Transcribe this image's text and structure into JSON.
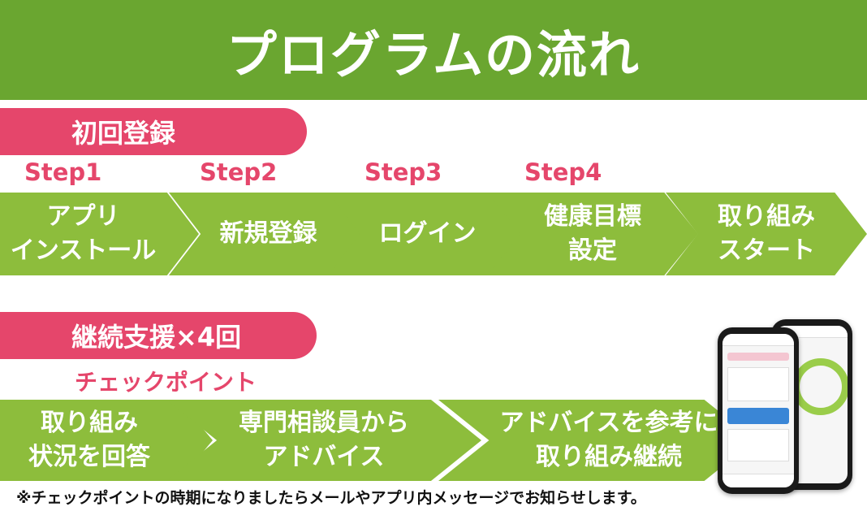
{
  "title": "プログラムの流れ",
  "section1": {
    "tag": "初回登録",
    "steps": [
      "Step1",
      "Step2",
      "Step3",
      "Step4"
    ],
    "arrows": [
      {
        "line1": "アプリ",
        "line2": "インストール"
      },
      {
        "line1": "新規登録",
        "line2": ""
      },
      {
        "line1": "ログイン",
        "line2": ""
      },
      {
        "line1": "健康目標",
        "line2": "設定"
      },
      {
        "line1": "取り組み",
        "line2": "スタート"
      }
    ]
  },
  "section2": {
    "tag": "継続支援×4回",
    "subtitle": "チェックポイント",
    "arrows": [
      {
        "line1": "取り組み",
        "line2": "状況を回答"
      },
      {
        "line1": "専門相談員から",
        "line2": "アドバイス"
      },
      {
        "line1": "アドバイスを参考に",
        "line2": "取り組み継続"
      }
    ]
  },
  "note": "※チェックポイントの時期になりましたらメールやアプリ内メッセージでお知らせします。",
  "colors": {
    "green_header": "#6aa630",
    "green_arrow": "#8dbd3c",
    "pink": "#e5466b"
  }
}
